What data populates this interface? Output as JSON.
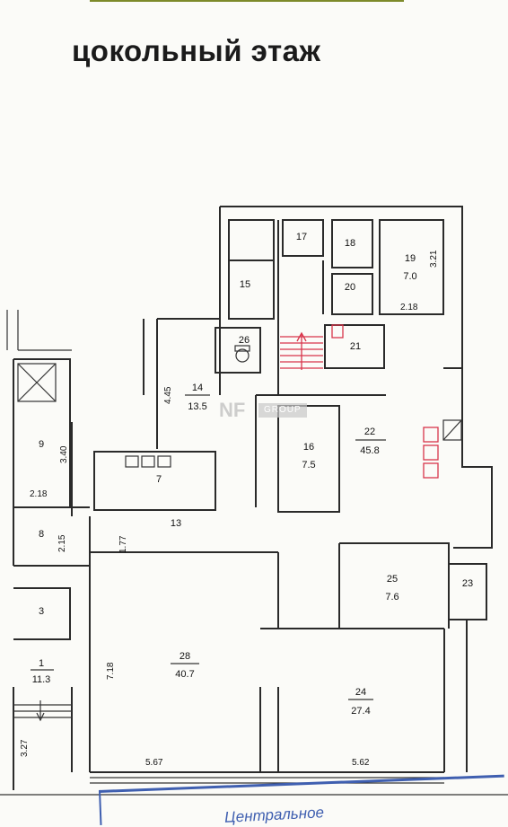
{
  "title": "цокольный этаж",
  "watermark": {
    "mark": "NF",
    "word": "GROUP"
  },
  "stamp_text": "Центральное",
  "rooms": [
    {
      "id": "1",
      "area": "11.3"
    },
    {
      "id": "3"
    },
    {
      "id": "7"
    },
    {
      "id": "8"
    },
    {
      "id": "9"
    },
    {
      "id": "13"
    },
    {
      "id": "14",
      "area": "13.5"
    },
    {
      "id": "15"
    },
    {
      "id": "16",
      "area": "7.5"
    },
    {
      "id": "17"
    },
    {
      "id": "18"
    },
    {
      "id": "19",
      "area": "7.0"
    },
    {
      "id": "20"
    },
    {
      "id": "21"
    },
    {
      "id": "22",
      "area": "45.8"
    },
    {
      "id": "23"
    },
    {
      "id": "24",
      "area": "27.4"
    },
    {
      "id": "25",
      "area": "7.6"
    },
    {
      "id": "26"
    },
    {
      "id": "28",
      "area": "40.7"
    }
  ],
  "dimensions": [
    "3.21",
    "2.18",
    "4.45",
    "3.40",
    "2.18",
    "2.15",
    "1.77",
    "7.18",
    "3.27",
    "5.67",
    "5.62"
  ],
  "colors": {
    "walls": "#2a2a2a",
    "accent_red": "#d8344a",
    "stamp_blue": "#3f5fb0"
  }
}
